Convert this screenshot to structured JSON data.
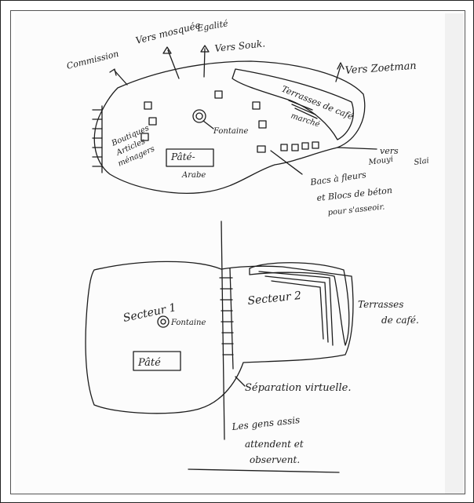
{
  "top_map": {
    "labels": {
      "commission": "Commission",
      "vers_mosquee": "Vers mosquée",
      "egalite": "Egalité",
      "vers_souk": "Vers Souk.",
      "vers_zoetman": "Vers Zoetman",
      "terrasses_cafe": "Terrasses de café",
      "marche": "marché",
      "fontaine": "Fontaine",
      "boutiques_line1": "Boutiques",
      "boutiques_line2": "Articles",
      "boutiques_line3": "ménagers",
      "pate_line1": "Pâté-",
      "pate_line2": "Arabe",
      "vers_line1": "vers",
      "vers_line2": "Mouyi",
      "vers_line3": "Slai",
      "bacs_line1": "Bacs à fleurs",
      "bacs_line2": "et Blocs de béton",
      "bacs_line3": "pour s'asseoir."
    }
  },
  "bottom_map": {
    "labels": {
      "secteur1": "Secteur 1",
      "secteur2": "Secteur 2",
      "fontaine": "Fontaine",
      "pate": "Pâté",
      "terrasses_line1": "Terrasses",
      "terrasses_line2": "de café.",
      "separation": "Séparation virtuelle.",
      "gens_line1": "Les gens assis",
      "gens_line2": "attendent et",
      "gens_line3": "observent."
    }
  }
}
